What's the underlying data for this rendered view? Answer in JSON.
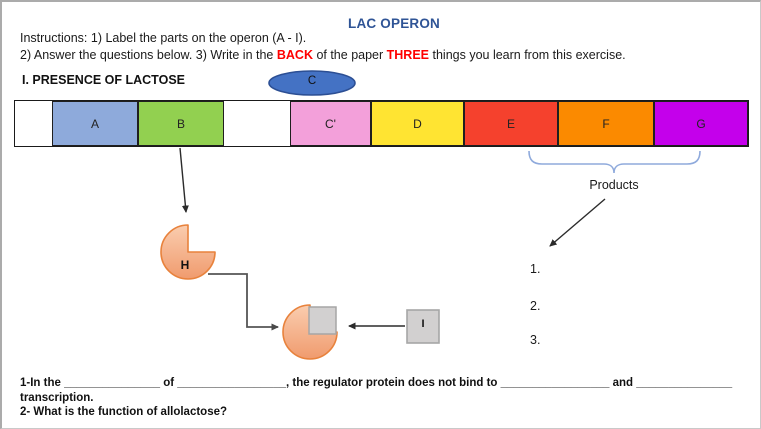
{
  "title": "LAC OPERON",
  "instructions": {
    "line1": "Instructions: 1) Label the parts on the operon (A - I).",
    "line2_pre": "2) Answer the questions below. 3) Write in the ",
    "line2_red1": "BACK",
    "line2_mid": " of the paper ",
    "line2_red2": "THREE",
    "line2_post": " things you learn from this exercise."
  },
  "section_heading": "I. PRESENCE OF LACTOSE",
  "operon": {
    "promoter_label": "C",
    "segments": [
      {
        "label": "",
        "color": "#FFFFFF",
        "width": 37
      },
      {
        "label": "A",
        "color": "#8EAADB",
        "width": 86
      },
      {
        "label": "B",
        "color": "#92D050",
        "width": 86
      },
      {
        "label": "",
        "color": "#FFFFFF",
        "width": 66
      },
      {
        "label": "C'",
        "color": "#F3A0DA",
        "width": 81
      },
      {
        "label": "D",
        "color": "#FFE432",
        "width": 93
      },
      {
        "label": "E",
        "color": "#F5412D",
        "width": 94
      },
      {
        "label": "F",
        "color": "#FB8A00",
        "width": 96
      },
      {
        "label": "G",
        "color": "#C400EB",
        "width": 94
      }
    ]
  },
  "diagram": {
    "regulator_label": "H",
    "allolactose_label": "I",
    "products_label": "Products",
    "list_items": [
      "1.",
      "2.",
      "3."
    ]
  },
  "questions": {
    "q1_line1": "1-In the _______________ of _________________, the regulator protein does not bind to _________________ and _______________",
    "q1_line2": "transcription.",
    "q2": "2- What is the function of allolactose?"
  },
  "colors": {
    "title_blue": "#2F5496",
    "emphasis_red": "#FF0000",
    "ellipse_fill": "#4472C4",
    "ellipse_stroke": "#2C4F94",
    "regulator_fill_top": "#FACDAF",
    "regulator_fill_bottom": "#F09B6E",
    "regulator_stroke": "#E8823C",
    "allolactose_fill": "#D2D0D0",
    "allolactose_stroke": "#A6A6A6",
    "brace_blue": "#8FAADC",
    "arrow_dark": "#2b2b2b",
    "connector_gray": "#555555"
  }
}
